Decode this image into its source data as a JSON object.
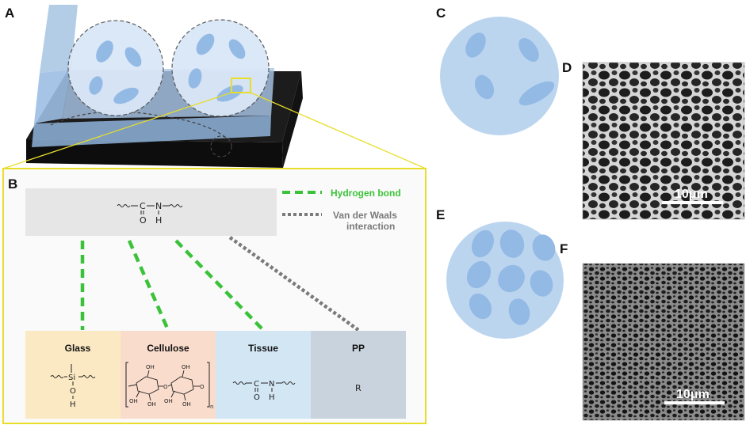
{
  "panels": {
    "a": "A",
    "b": "B",
    "c": "C",
    "d": "D",
    "e": "E",
    "f": "F"
  },
  "legend": {
    "hydrogen_bond": "Hydrogen bond",
    "vdw_line1": "Van der Waals",
    "vdw_line2": "interaction",
    "hydrogen_color": "#3cc23a",
    "vdw_color": "#7a7a7a"
  },
  "amide": {
    "c": "C",
    "n": "N",
    "o": "O",
    "h": "H"
  },
  "substrates": [
    {
      "name": "Glass",
      "color": "#fbe9c3"
    },
    {
      "name": "Cellulose",
      "color": "#fadccc"
    },
    {
      "name": "Tissue",
      "color": "#d2e6f4"
    },
    {
      "name": "PP",
      "color": "#c9d3dd"
    }
  ],
  "glass_chem": {
    "si": "Si",
    "o": "O",
    "h": "H"
  },
  "cellulose_chem": {
    "oh": "OH",
    "o": "O",
    "n": "n"
  },
  "tissue_chem": {
    "c": "C",
    "n": "N",
    "o": "O",
    "h": "H"
  },
  "pp_chem": {
    "r": "R"
  },
  "sem": {
    "d_scale": "10μm",
    "f_scale": "10μm"
  },
  "colors": {
    "gel": "#bcd5ef",
    "pore": "#93b9e5",
    "highlight_frame": "#e8de2a",
    "base": "#1c1c1c"
  }
}
